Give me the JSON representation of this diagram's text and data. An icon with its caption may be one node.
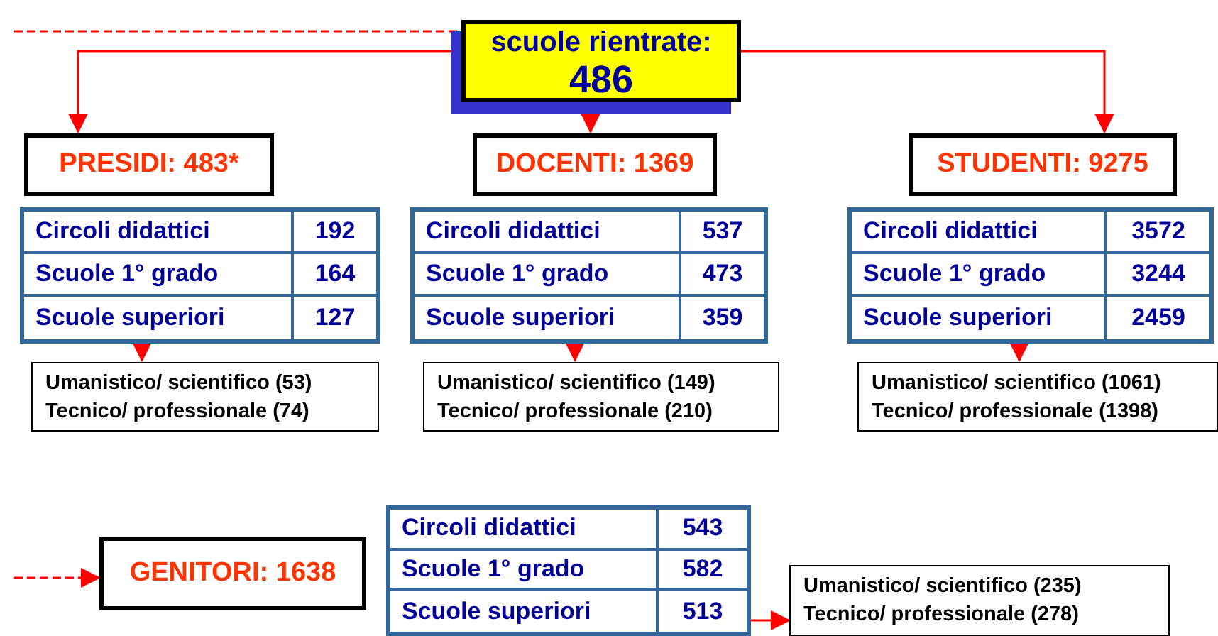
{
  "diagram": {
    "nodes": [
      {
        "text": [
          "scuole rientrate:",
          "486"
        ]
      },
      {
        "text": [
          "PRESIDI: 483*"
        ]
      },
      {
        "text": [
          "DOCENTI: 1369"
        ]
      },
      {
        "text": [
          "STUDENTI: 9275"
        ]
      },
      {
        "text": [
          "Circoli didattici",
          "192",
          "Scuole 1° grado",
          "164",
          "Scuole superiori",
          "127"
        ]
      },
      {
        "text": [
          "Circoli didattici",
          "537",
          "Scuole 1° grado",
          "473",
          "Scuole superiori",
          "359"
        ]
      },
      {
        "text": [
          "Circoli didattici",
          "3572",
          "Scuole 1° grado",
          "3244",
          "Scuole superiori",
          "2459"
        ]
      },
      {
        "text": [
          "Umanistico/ scientifico (53)",
          "Tecnico/ professionale (74)"
        ]
      },
      {
        "text": [
          "Umanistico/ scientifico (149)",
          "Tecnico/ professionale (210)"
        ]
      },
      {
        "text": [
          "Umanistico/ scientifico (1061)",
          "Tecnico/ professionale (1398)"
        ]
      },
      {
        "text": [
          "GENITORI: 1638"
        ]
      },
      {
        "text": [
          "Circoli didattici",
          "543",
          "Scuole 1° grado",
          "582",
          "Scuole superiori",
          "513"
        ]
      },
      {
        "text": [
          "Umanistico/ scientifico (235)",
          "Tecnico/ professionale (278)"
        ]
      }
    ],
    "edges": [
      {
        "from": 0,
        "to": 1,
        "arrow": "to"
      },
      {
        "from": 0,
        "to": 2,
        "arrow": "to"
      },
      {
        "from": 0,
        "to": 3,
        "arrow": "to"
      },
      {
        "from": 4,
        "to": 7,
        "arrow": "to"
      },
      {
        "from": 5,
        "to": 8,
        "arrow": "to"
      },
      {
        "from": 6,
        "to": 9,
        "arrow": "to"
      },
      {
        "from": null,
        "to": 0,
        "arrow": "none",
        "style": "dashed"
      },
      {
        "from": null,
        "to": 10,
        "arrow": "to",
        "style": "dashed"
      },
      {
        "from": 11,
        "to": 12,
        "arrow": "to"
      }
    ]
  }
}
